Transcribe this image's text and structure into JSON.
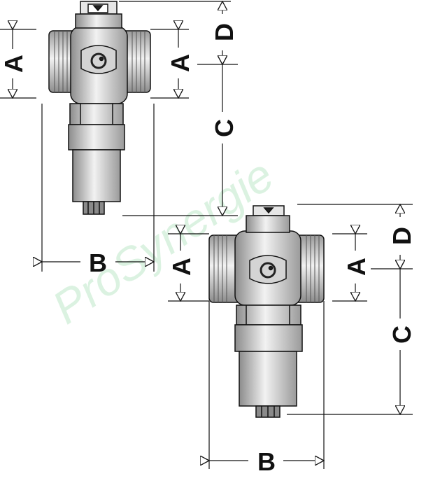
{
  "labels": {
    "a": "A",
    "b": "B",
    "c": "C",
    "d": "D"
  },
  "watermark": "ProSynergie",
  "colors": {
    "line": "#111111",
    "metal_light": "#e9e9e9",
    "metal_mid": "#bdbdbd",
    "metal_dark": "#8a8a8a",
    "watermark": "#bfe8c9"
  }
}
